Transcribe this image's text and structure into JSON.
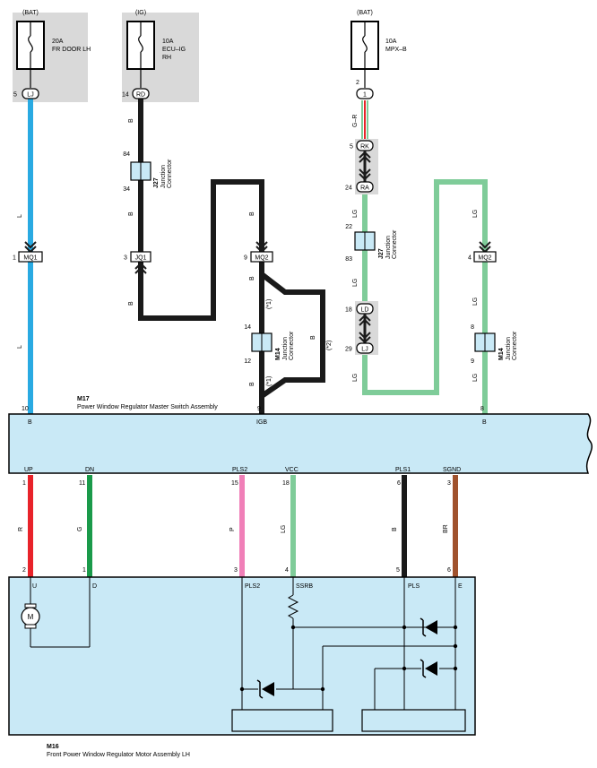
{
  "fuses": [
    {
      "source": "(BAT)",
      "rating": "20A",
      "name": "FR DOOR LH",
      "pin": "5",
      "connector": "LJ"
    },
    {
      "source": "(IG)",
      "rating": "10A",
      "name": "ECU–IG",
      "name2": "RH",
      "pin": "14",
      "connector": "RD"
    },
    {
      "source": "(BAT)",
      "rating": "10A",
      "name": "MPX–B",
      "pin": "2",
      "connector": "1"
    }
  ],
  "connectors": {
    "mq1": {
      "pin": "1",
      "label": "MQ1"
    },
    "jq1": {
      "pin": "3",
      "label": "JQ1"
    },
    "mq2a": {
      "pin": "9",
      "label": "MQ2"
    },
    "mq2b": {
      "pin": "4",
      "label": "MQ2"
    },
    "rk": {
      "pin": "5",
      "label": "RK"
    },
    "ra": {
      "pin": "24",
      "label": "RA"
    },
    "ld": {
      "pin": "18",
      "label": "LD"
    },
    "lj": {
      "pin": "29",
      "label": "LJ"
    }
  },
  "junctions": {
    "j27a": {
      "id": "J27",
      "desc1": "Junction",
      "desc2": "Connector",
      "pin_top": "84",
      "pin_bottom": "34"
    },
    "m14a": {
      "id": "M14",
      "desc1": "Junction",
      "desc2": "Connector",
      "pin_top": "14",
      "pin_bottom": "12"
    },
    "j27b": {
      "id": "J27",
      "desc1": "Junction",
      "desc2": "Connector",
      "pin_top": "22",
      "pin_bottom": "83"
    },
    "m14b": {
      "id": "M14",
      "desc1": "Junction",
      "desc2": "Connector",
      "pin_top": "8",
      "pin_bottom": "9"
    }
  },
  "wire_colors": {
    "w1_l_a": "L",
    "w1_l_b": "L",
    "w2_b_a": "B",
    "w2_b_b": "B",
    "w2_b_c": "B",
    "w3_b_a": "B",
    "w3_b_b": "B",
    "w3_b_c": "B",
    "w3_b_d": "B",
    "w3_note1": "(*1)",
    "w3_note2": "(*1)",
    "w3_note3": "(*2)",
    "w4_gr": "G–R",
    "w4_lg_a": "LG",
    "w4_lg_b": "LG",
    "w4_lg_c": "LG",
    "w5_lg_a": "LG",
    "w5_lg_b": "LG",
    "w5_lg_c": "LG",
    "lower": [
      "R",
      "G",
      "P",
      "LG",
      "B",
      "BR"
    ]
  },
  "master": {
    "code": "M17",
    "name": "Power Window Regulator Master Switch Assembly",
    "top_pins": [
      "10",
      "9",
      "8"
    ],
    "top_labels": [
      "B",
      "IGB",
      "B"
    ],
    "bottom_labels": [
      "UP",
      "DN",
      "PLS2",
      "VCC",
      "PLS1",
      "SGND"
    ],
    "bottom_pins": [
      "1",
      "11",
      "15",
      "18",
      "6",
      "3"
    ]
  },
  "motor": {
    "code": "M16",
    "name": "Front Power Window Regulator Motor Assembly LH",
    "pins": [
      "2",
      "1",
      "3",
      "4",
      "5",
      "6"
    ],
    "labels": [
      "U",
      "D",
      "PLS2",
      "SSRB",
      "PLS",
      "E"
    ],
    "motor_symbol": "M"
  },
  "colors": {
    "blue_wire": "#29aae2",
    "black_wire": "#1a1a1a",
    "lg_wire": "#7fcc99",
    "red_wire": "#e8232a",
    "green_wire": "#1a9a4a",
    "pink_wire": "#f07fb8",
    "brown_wire": "#a0522d",
    "box_fill": "#c9e9f6",
    "gray_box": "#d9d9d9"
  }
}
